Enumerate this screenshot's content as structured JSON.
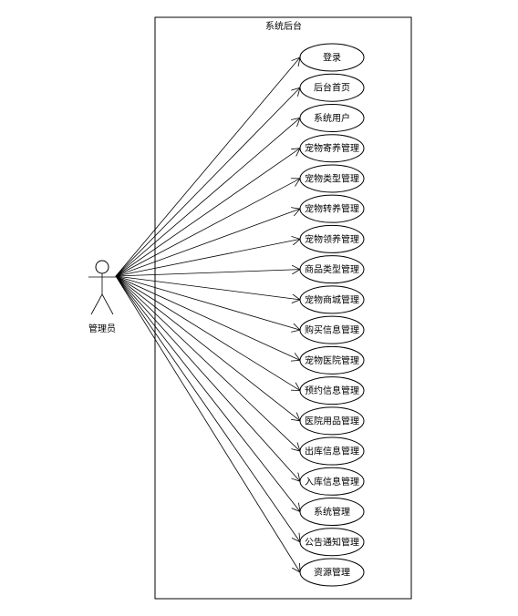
{
  "system": {
    "title": "系统后台"
  },
  "actor": {
    "label": "管理员"
  },
  "use_cases": [
    "登录",
    "后台首页",
    "系统用户",
    "宠物寄养管理",
    "宠物类型管理",
    "宠物转养管理",
    "宠物领养管理",
    "商品类型管理",
    "宠物商城管理",
    "购买信息管理",
    "宠物医院管理",
    "预约信息管理",
    "医院用品管理",
    "出库信息管理",
    "入库信息管理",
    "系统管理",
    "公告通知管理",
    "资源管理"
  ]
}
